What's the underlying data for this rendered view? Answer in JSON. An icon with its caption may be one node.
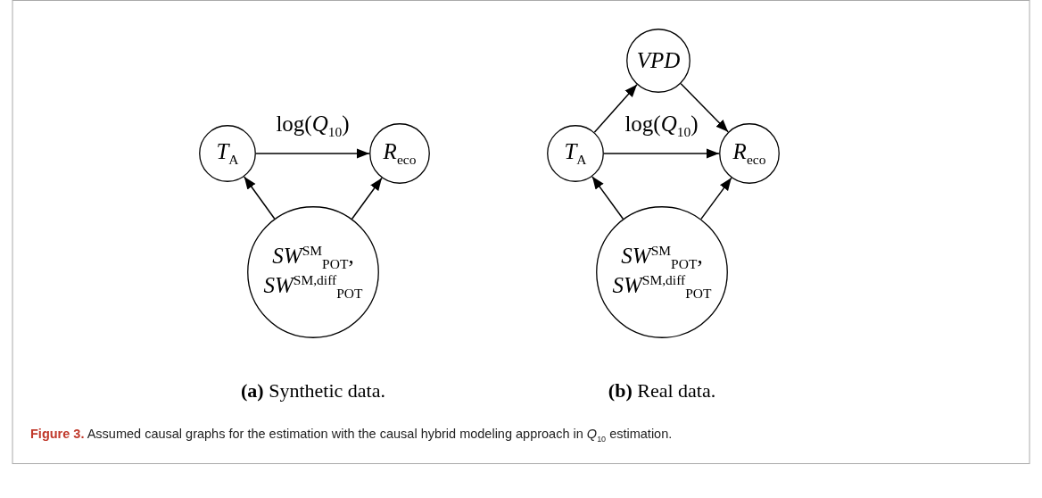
{
  "diagram": {
    "caption": "**Figure 3.** Assumed causal graphs for the estimation with the causal hybrid modeling approach in *Q*$_{10}$ estimation.",
    "nodes": [
      {
        "text": [
          "*T*$_{A}$"
        ]
      },
      {
        "text": [
          "*R*$_{eco}$"
        ]
      },
      {
        "text": [
          "*SW*$^{SM}$$_{POT}$, *SW*$^{SM,diff}$$_{POT}$"
        ]
      },
      {
        "text": [
          "*VPD*"
        ]
      },
      {
        "text": [
          "*T*$_{A}$"
        ]
      },
      {
        "text": [
          "*R*$_{eco}$"
        ]
      },
      {
        "text": [
          "*SW*$^{SM}$$_{POT}$, *SW*$^{SM,diff}$$_{POT}$"
        ]
      }
    ],
    "edges": [
      {
        "from": 0,
        "to": 1,
        "arrow": "to",
        "label": "log(*Q*$_{10}$)"
      },
      {
        "from": 2,
        "to": 0,
        "arrow": "to"
      },
      {
        "from": 2,
        "to": 1,
        "arrow": "to"
      },
      {
        "from": 4,
        "to": 3,
        "arrow": "to"
      },
      {
        "from": 3,
        "to": 5,
        "arrow": "to"
      },
      {
        "from": 4,
        "to": 5,
        "arrow": "to",
        "label": "log(*Q*$_{10}$)"
      },
      {
        "from": 6,
        "to": 4,
        "arrow": "to"
      },
      {
        "from": 6,
        "to": 5,
        "arrow": "to"
      }
    ],
    "labels": [
      "**(a)** Synthetic data.",
      "**(b)** Real data."
    ]
  }
}
